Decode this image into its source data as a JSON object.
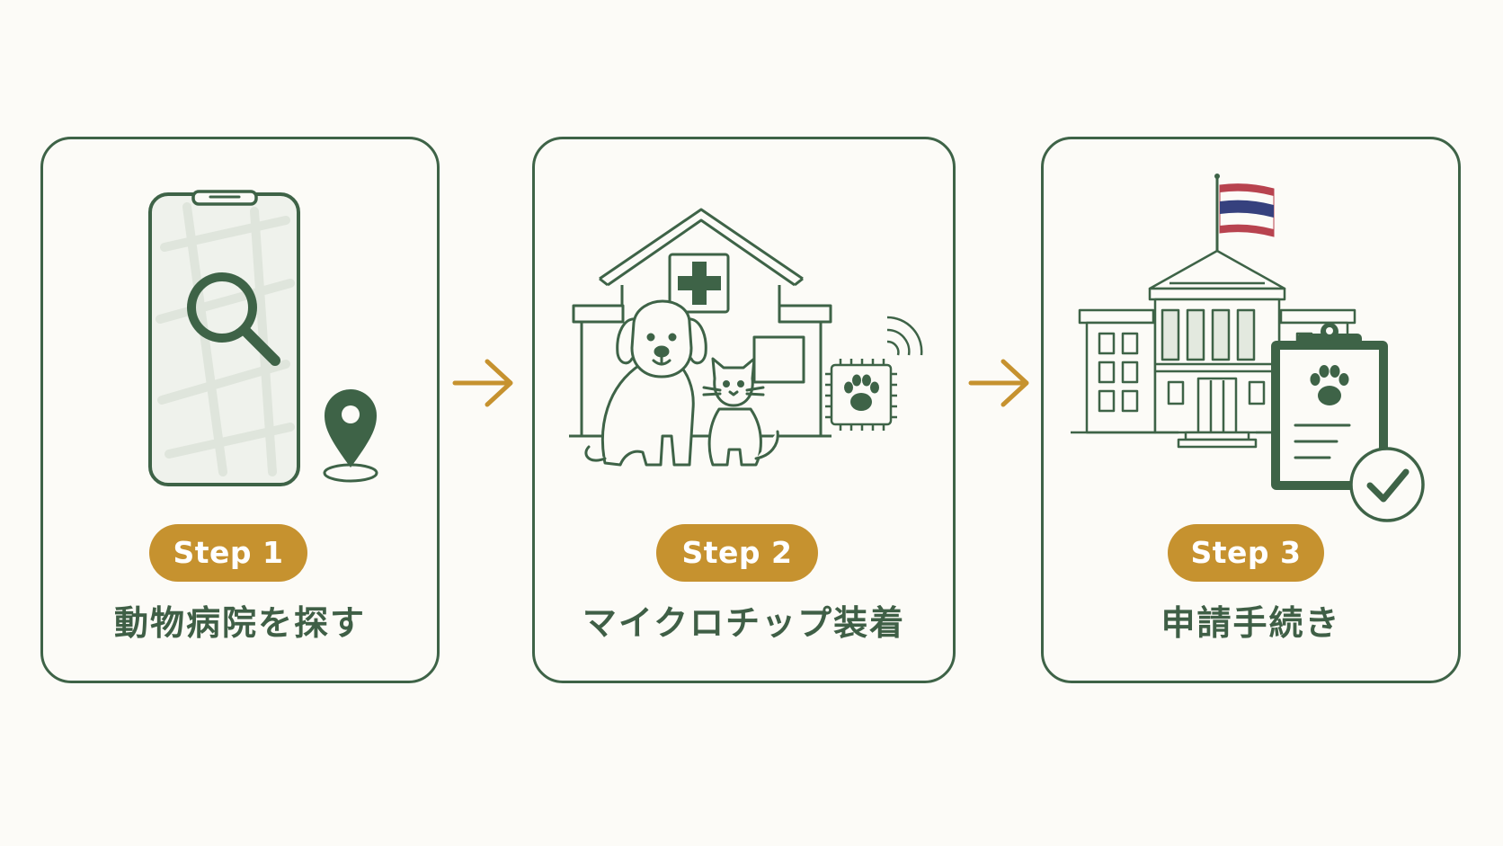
{
  "steps": [
    {
      "badge": "Step 1",
      "label": "動物病院を探す"
    },
    {
      "badge": "Step 2",
      "label": "マイクロチップ装着"
    },
    {
      "badge": "Step 3",
      "label": "申請手続き"
    }
  ],
  "icons": [
    "smartphone-icon",
    "magnifier-icon",
    "location-pin-icon",
    "clinic-icon",
    "dog-icon",
    "cat-icon",
    "microchip-icon",
    "paw-icon",
    "government-building-icon",
    "thai-flag-icon",
    "clipboard-icon",
    "checkmark-icon",
    "arrow-right-icon"
  ],
  "colors": {
    "background": "#fcfbf7",
    "primary_green": "#3e6347",
    "accent_gold": "#c6922f",
    "flag_red": "#b8434f",
    "flag_blue": "#36417e"
  }
}
